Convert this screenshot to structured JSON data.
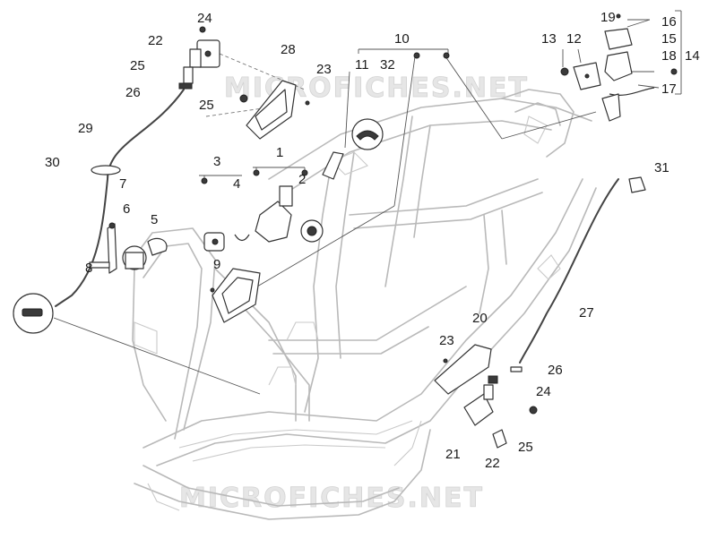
{
  "watermark": "MICROFICHES.NET",
  "callouts": {
    "c1": "1",
    "c2": "2",
    "c3": "3",
    "c4": "4",
    "c5": "5",
    "c6": "6",
    "c7": "7",
    "c8": "8",
    "c9": "9",
    "c10": "10",
    "c11": "11",
    "c12": "12",
    "c13": "13",
    "c14": "14",
    "c15": "15",
    "c16": "16",
    "c17": "17",
    "c18": "18",
    "c19": "19",
    "c20": "20",
    "c21": "21",
    "c22a": "22",
    "c22b": "22",
    "c23a": "23",
    "c23b": "23",
    "c24a": "24",
    "c24b": "24",
    "c25a": "25",
    "c25b": "25",
    "c25c": "25",
    "c26a": "26",
    "c26b": "26",
    "c27": "27",
    "c28": "28",
    "c29": "29",
    "c30": "30",
    "c31": "31",
    "c32": "32"
  }
}
